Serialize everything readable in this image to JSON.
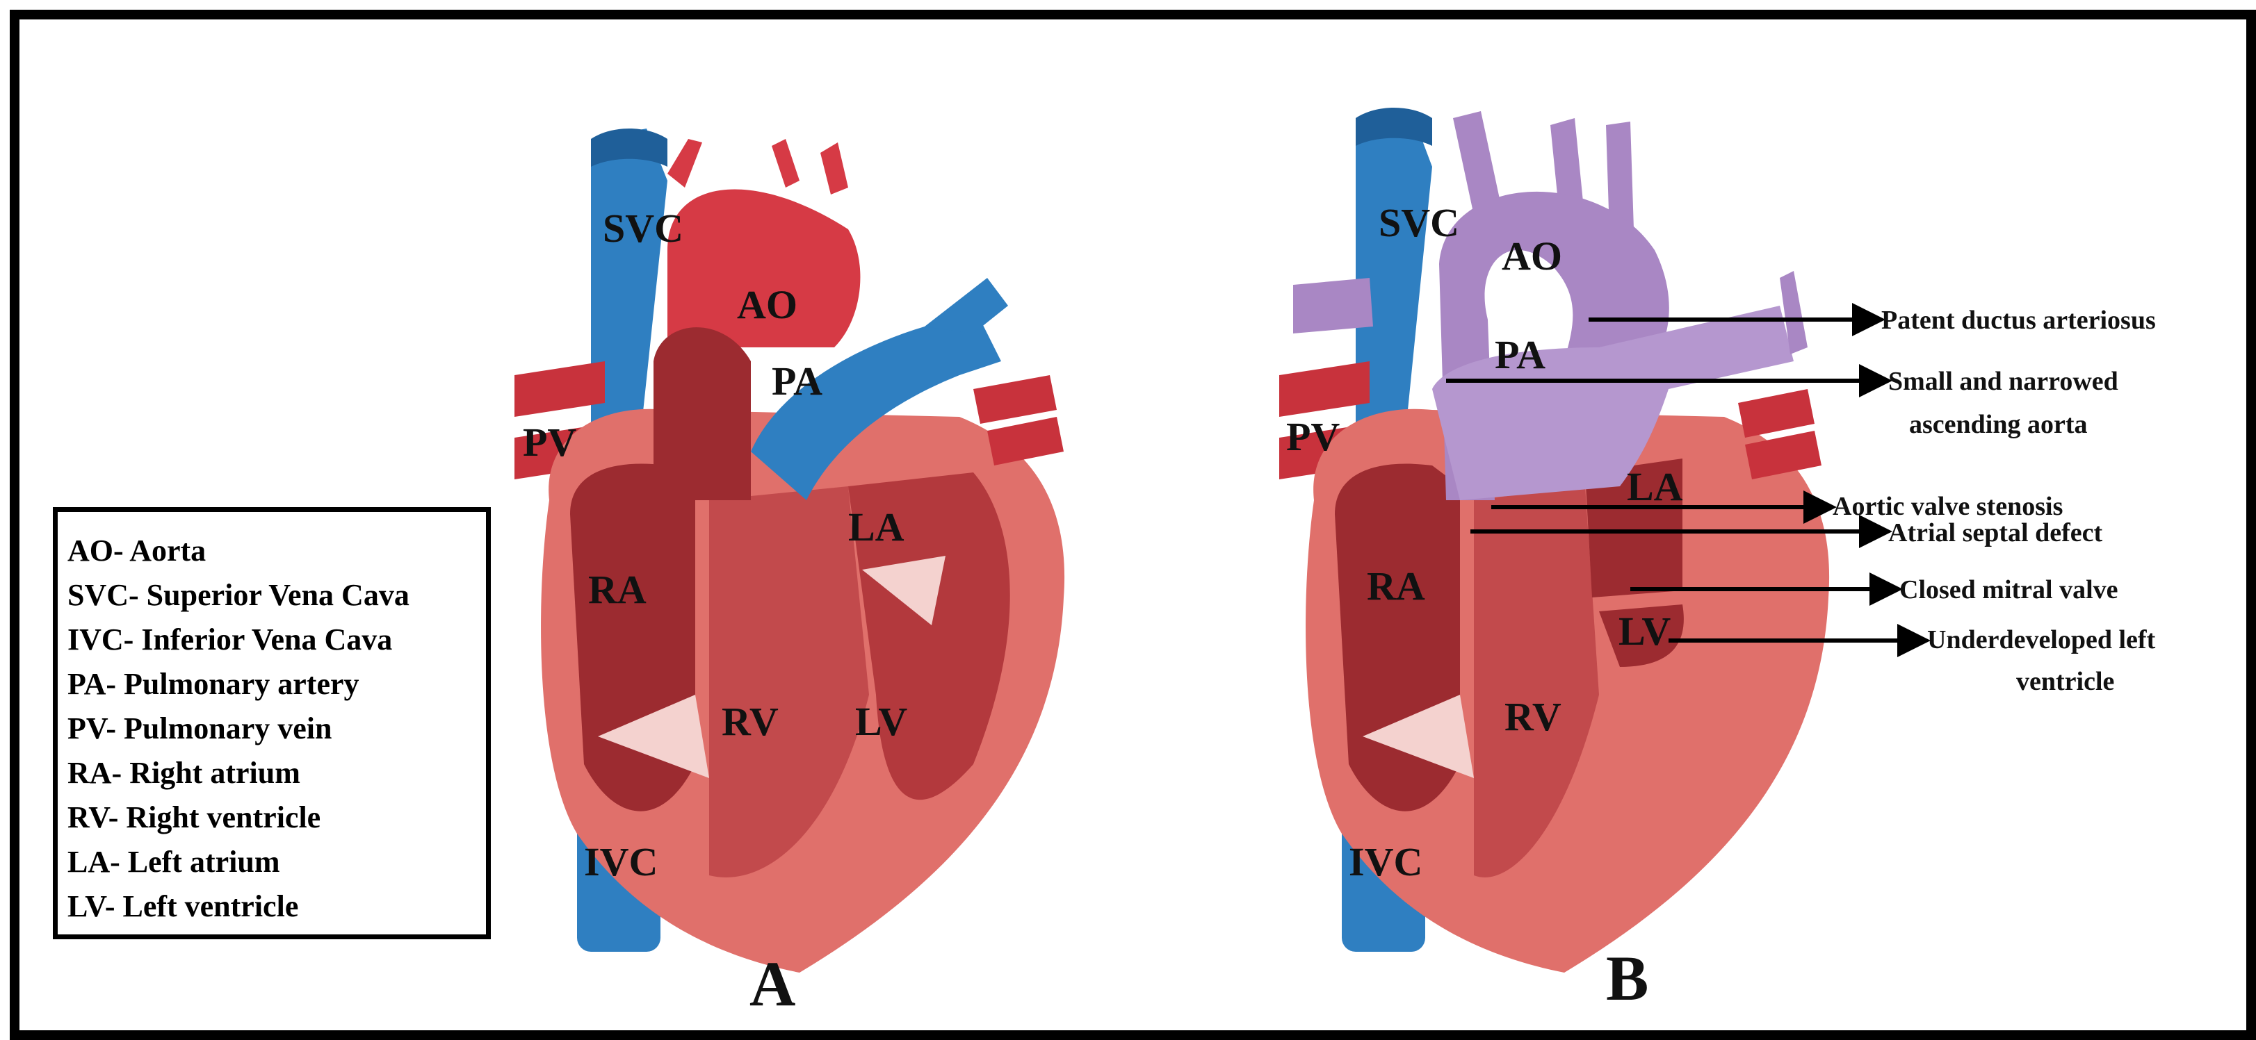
{
  "panel_a": {
    "letter": "A",
    "labels": {
      "svc": "SVC",
      "ao": "AO",
      "pa": "PA",
      "pv": "PV",
      "la": "LA",
      "ra": "RA",
      "rv": "RV",
      "lv": "LV",
      "ivc": "IVC"
    }
  },
  "panel_b": {
    "letter": "B",
    "labels": {
      "svc": "SVC",
      "ao": "AO",
      "pa": "PA",
      "pv": "PV",
      "la": "LA",
      "ra": "RA",
      "rv": "RV",
      "lv": "LV",
      "ivc": "IVC"
    },
    "annotations": [
      {
        "text": "Patent ductus arteriosus"
      },
      {
        "text": "Small and narrowed",
        "text2": "ascending aorta"
      },
      {
        "text": "Aortic valve stenosis"
      },
      {
        "text": "Atrial septal defect"
      },
      {
        "text": "Closed mitral valve"
      },
      {
        "text": "Underdeveloped left",
        "text2": "ventricle"
      }
    ]
  },
  "legend": [
    "AO- Aorta",
    "SVC- Superior Vena Cava",
    "IVC- Inferior Vena Cava",
    "PA- Pulmonary artery",
    "PV- Pulmonary vein",
    "RA- Right atrium",
    "RV- Right ventricle",
    "LA- Left atrium",
    "LV- Left ventricle"
  ],
  "colors": {
    "vein_blue": "#2f7fc1",
    "artery_red": "#d63a45",
    "heart_outer": "#e0706b",
    "heart_dark": "#9c2b30",
    "heart_mid": "#c24a4c",
    "purple": "#a987c4",
    "frame": "#000000"
  }
}
